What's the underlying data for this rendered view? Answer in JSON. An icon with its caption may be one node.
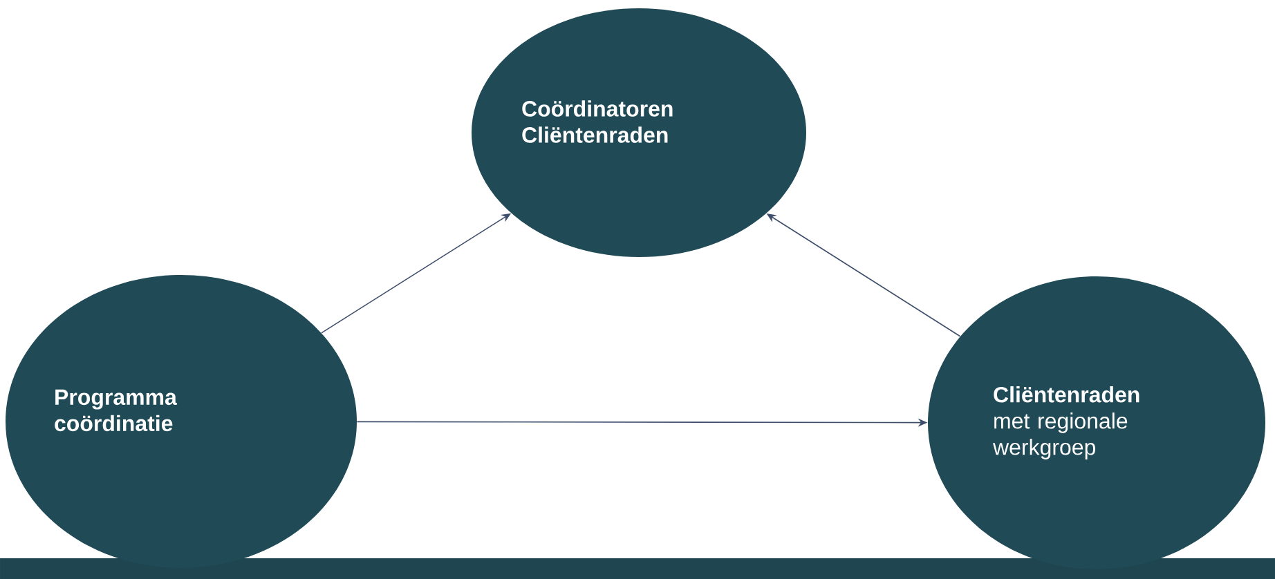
{
  "diagram": {
    "nodes": [
      {
        "text": [
          "Coördinatoren Cliëntenraden"
        ]
      },
      {
        "text": [
          "Programma coördinatie"
        ]
      },
      {
        "text": [
          "Cliëntenraden",
          "met regionale werkgroep"
        ]
      }
    ],
    "edges": [
      {
        "from": 1,
        "to": 0,
        "arrow": "to"
      },
      {
        "from": 2,
        "to": 0,
        "arrow": "to"
      },
      {
        "from": 1,
        "to": 2,
        "arrow": "to"
      }
    ]
  }
}
